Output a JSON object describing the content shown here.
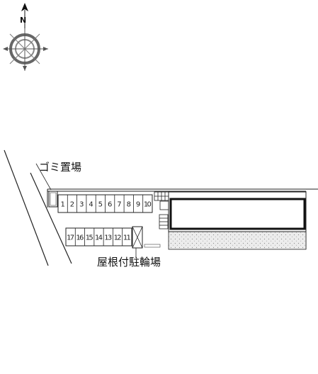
{
  "compass": {
    "north_label": "N"
  },
  "labels": {
    "garbage_area": "ゴミ置場",
    "covered_bicycle_parking": "屋根付駐輪場"
  },
  "parking": {
    "top_row": [
      "1",
      "2",
      "3",
      "4",
      "5",
      "6",
      "7",
      "8",
      "9",
      "10"
    ],
    "bottom_row": [
      "17",
      "16",
      "15",
      "14",
      "13",
      "12",
      "11"
    ]
  },
  "colors": {
    "line": "#222222",
    "gravel": "#d9d9d9",
    "background": "#ffffff"
  }
}
